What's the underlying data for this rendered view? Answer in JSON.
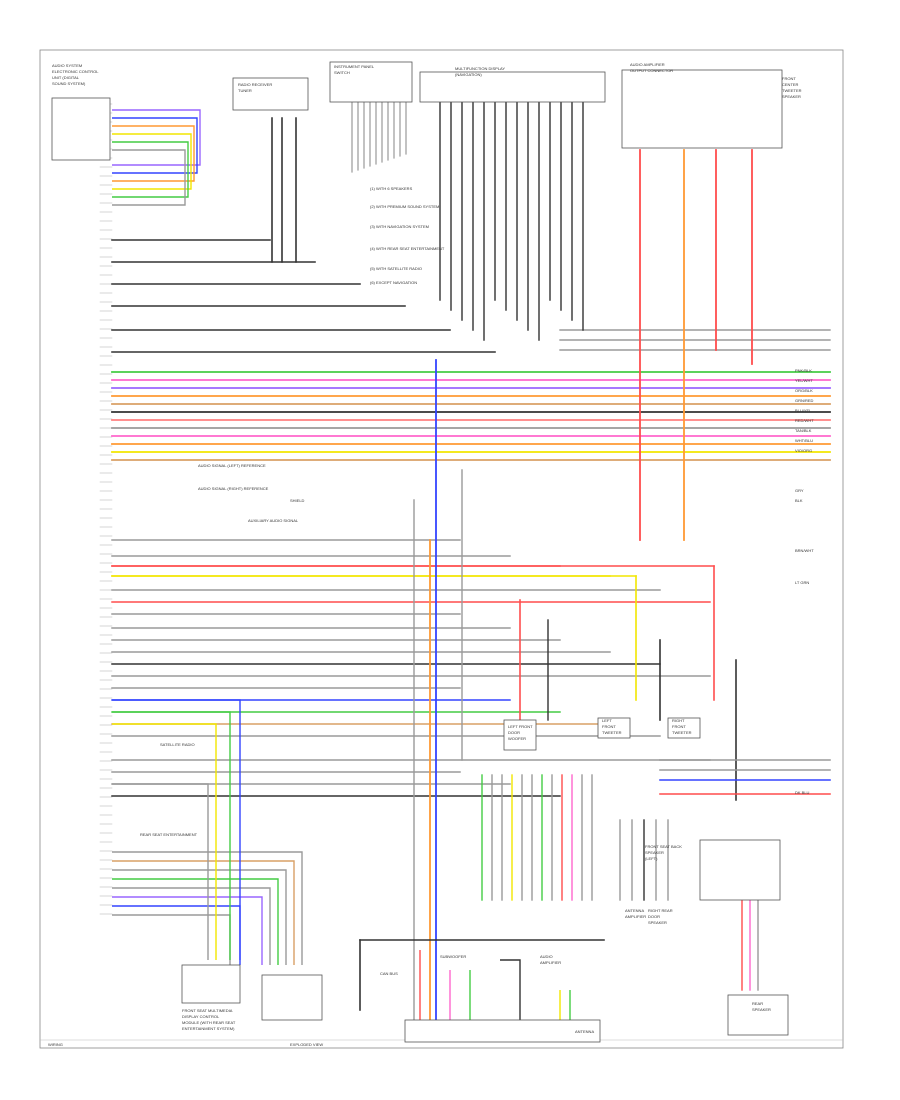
{
  "diagram": {
    "footer_left": "WIRING",
    "footer_center": "EXPLODED VIEW",
    "colors": {
      "red": "#ff4d4d",
      "pink": "#ff66cc",
      "orange": "#ff9933",
      "yellow": "#f2e600",
      "green": "#44cc44",
      "lightgreen": "#99ee66",
      "blue": "#3344ff",
      "violet": "#9966ff",
      "gray": "#9a9a9a",
      "black": "#333333",
      "tan": "#d9a066",
      "salmon": "#ff8080"
    }
  },
  "components": [
    {
      "id": "c1",
      "lines": [
        "AUDIO SYSTEM",
        "ELECTRONIC CONTROL",
        "UNIT (DIGITAL",
        "SOUND SYSTEM)"
      ]
    },
    {
      "id": "c2",
      "lines": [
        "RADIO RECEIVER",
        "TUNER"
      ]
    },
    {
      "id": "c3",
      "lines": [
        "INSTRUMENT PANEL",
        "SWITCH"
      ]
    },
    {
      "id": "c4",
      "lines": [
        "MULTIFUNCTION DISPLAY",
        "(NAVIGATION)"
      ]
    },
    {
      "id": "c5",
      "lines": [
        "AUDIO AMPLIFIER",
        "OUTPUT CONNECTOR"
      ]
    },
    {
      "id": "c6",
      "lines": [
        "FRONT",
        "CENTER",
        "TWEETER",
        "SPEAKER"
      ]
    },
    {
      "id": "c7",
      "lines": [
        "LEFT",
        "FRONT",
        "TWEETER"
      ]
    },
    {
      "id": "c8",
      "lines": [
        "RIGHT",
        "FRONT",
        "TWEETER"
      ]
    },
    {
      "id": "c9",
      "lines": [
        "LEFT FRONT",
        "DOOR",
        "WOOFER"
      ]
    },
    {
      "id": "c10",
      "lines": [
        "SUBWOOFER"
      ]
    },
    {
      "id": "c11",
      "lines": [
        "AUDIO",
        "AMPLIFIER"
      ]
    },
    {
      "id": "c12",
      "lines": [
        "FRONT SEAT BACK",
        "SPEAKER",
        "(LEFT)"
      ]
    },
    {
      "id": "c13",
      "lines": [
        "ANTENNA",
        "AMPLIFIER"
      ]
    },
    {
      "id": "c14",
      "lines": [
        "RIGHT REAR",
        "DOOR",
        "SPEAKER"
      ]
    },
    {
      "id": "c15",
      "lines": [
        "FRONT SEAT MULTIMEDIA",
        "DISPLAY CONTROL",
        "MODULE (WITH REAR SEAT",
        "ENTERTAINMENT SYSTEM)"
      ]
    },
    {
      "id": "c16",
      "lines": [
        "REAR",
        "SPEAKER"
      ]
    },
    {
      "id": "c17",
      "lines": [
        "ANTENNA"
      ]
    }
  ],
  "legend": [
    "(1) WITH 6 SPEAKERS",
    "(2) WITH PREMIUM SOUND SYSTEM",
    "(3) WITH NAVIGATION SYSTEM",
    "(4) WITH REAR SEAT ENTERTAINMENT",
    "(5) WITH SATELLITE RADIO",
    "(6) EXCEPT NAVIGATION"
  ],
  "wire_labels": [
    "PNK/BLK",
    "YEL/WHT",
    "ORG/BLK",
    "GRN/RED",
    "BLU/YEL",
    "RED/WHT",
    "TAN/BLK",
    "WHT/BLU",
    "VIO/ORG",
    "GRY",
    "BLK",
    "BRN/WHT",
    "LT GRN",
    "DK BLU"
  ],
  "notes": [
    "AUDIO SIGNAL (LEFT) REFERENCE",
    "AUDIO SIGNAL (RIGHT) REFERENCE",
    "SHIELD",
    "AUXILIARY AUDIO SIGNAL",
    "SATELLITE RADIO",
    "REAR SEAT ENTERTAINMENT",
    "CAN BUS"
  ]
}
